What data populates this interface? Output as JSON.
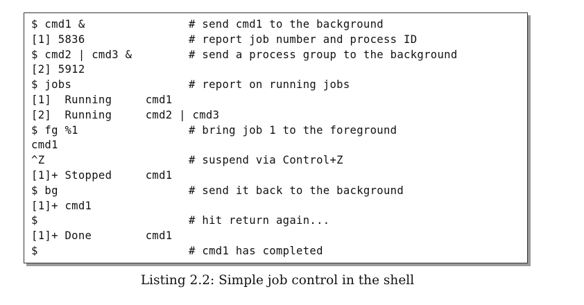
{
  "listing": {
    "lines": [
      {
        "cmd": "$ cmd1 &",
        "comment": "# send cmd1 to the background"
      },
      {
        "cmd": "[1] 5836",
        "comment": "# report job number and process ID"
      },
      {
        "cmd": "$ cmd2 | cmd3 &",
        "comment": "# send a process group to the background"
      },
      {
        "cmd": "[2] 5912",
        "comment": ""
      },
      {
        "cmd": "$ jobs",
        "comment": "# report on running jobs"
      },
      {
        "cmd": "[1]  Running     cmd1",
        "comment": ""
      },
      {
        "cmd": "[2]  Running     cmd2 | cmd3",
        "comment": ""
      },
      {
        "cmd": "$ fg %1",
        "comment": "# bring job 1 to the foreground"
      },
      {
        "cmd": "cmd1",
        "comment": ""
      },
      {
        "cmd": "^Z",
        "comment": "# suspend via Control+Z"
      },
      {
        "cmd": "[1]+ Stopped     cmd1",
        "comment": ""
      },
      {
        "cmd": "$ bg",
        "comment": "# send it back to the background"
      },
      {
        "cmd": "[1]+ cmd1",
        "comment": ""
      },
      {
        "cmd": "$",
        "comment": "# hit return again..."
      },
      {
        "cmd": "[1]+ Done        cmd1",
        "comment": ""
      },
      {
        "cmd": "$",
        "comment": "# cmd1 has completed"
      }
    ]
  },
  "caption": "Listing 2.2: Simple job control in the shell"
}
